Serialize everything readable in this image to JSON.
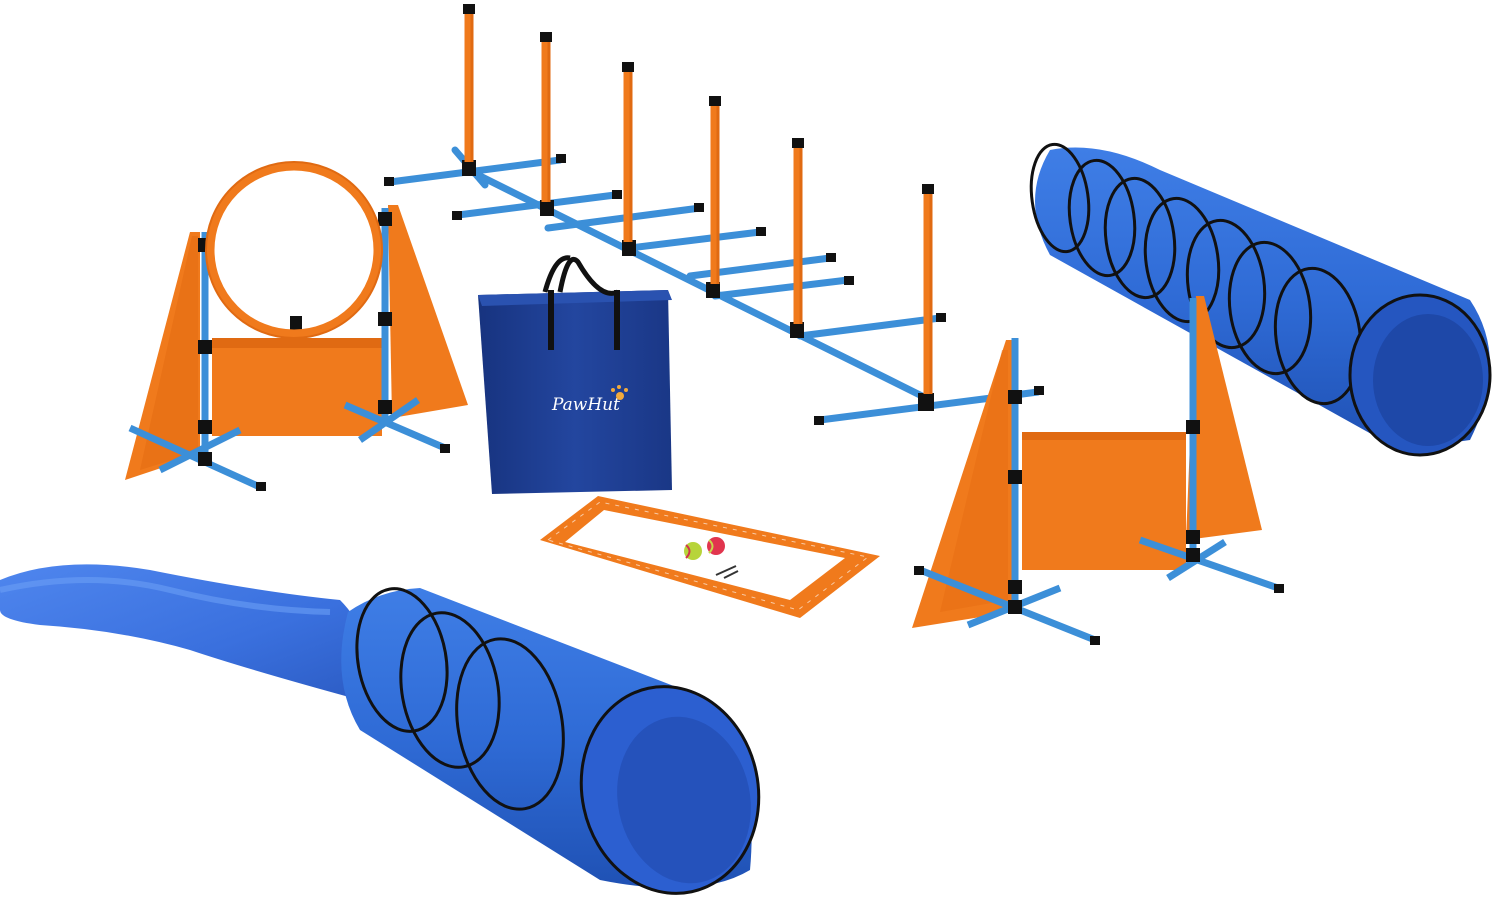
{
  "product": {
    "brand_label": "PawHut"
  },
  "colors": {
    "orange": "#f07a1c",
    "orange_dark": "#d9620c",
    "blue_pole": "#3c8fd8",
    "tunnel_blue": "#2f6bd6",
    "tunnel_dark": "#1d4fae",
    "bag_blue": "#1e3f9e",
    "black_joint": "#111111"
  },
  "items": [
    "hoop-jump",
    "weave-poles",
    "carry-bag",
    "open-tunnel",
    "bar-jump",
    "pause-box",
    "chute-tunnel"
  ],
  "icons": [
    "tennis-ball-icon",
    "ground-stake-icon",
    "paw-print-icon"
  ]
}
